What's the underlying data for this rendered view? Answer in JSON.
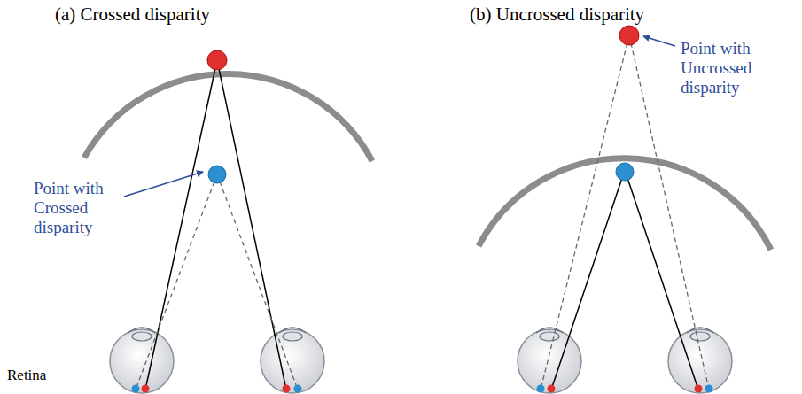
{
  "diagram": {
    "labels": [
      "(a) Crossed disparity",
      "(b) Uncrossed disparity",
      "Point with Uncrossed disparity",
      "Point with Crossed disparity",
      "Retina"
    ]
  }
}
